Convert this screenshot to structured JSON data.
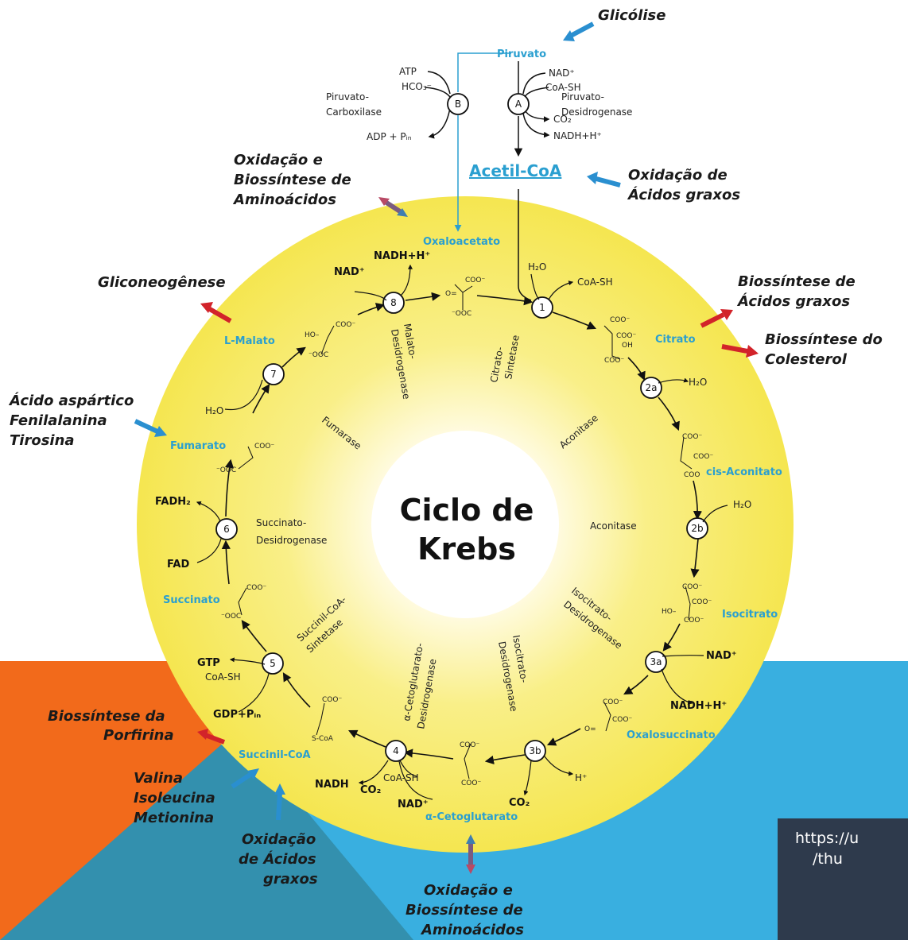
{
  "colors": {
    "orange": "#f26a1b",
    "blue": "#39afe0",
    "teal": "#3390ae",
    "yellow": "#f7ea5c",
    "dark": "#2e3a4c",
    "compound_blue": "#2a9fd0",
    "arrow_red": "#d2232a",
    "arrow_blue": "#2a8fd0"
  },
  "center_title": [
    "Ciclo de",
    "Krebs"
  ],
  "compounds": {
    "piruvato": "Piruvato",
    "acetil_coa": "Acetil-CoA",
    "oxaloacetato": "Oxaloacetato",
    "citrato": "Citrato",
    "cis_aconitato": "cis-Aconitato",
    "isocitrato": "Isocitrato",
    "oxalosuccinato": "Oxalosuccinato",
    "alfa_cetoglutarato": "α-Cetoglutarato",
    "succinil_coa": "Succinil-CoA",
    "succinato": "Succinato",
    "fumarato": "Fumarato",
    "l_malato": "L-Malato"
  },
  "side_pathways": {
    "glicolise": "Glicólise",
    "oxidacao_acidos_graxos_top": [
      "Oxidação de",
      "Ácidos graxos"
    ],
    "oxidacao_aminoacidos_top": [
      "Oxidação e",
      "Biossíntese de",
      "Aminoácidos"
    ],
    "gliconeogenese": "Gliconeogênese",
    "biossintese_acidos_graxos": [
      "Biossíntese de",
      "Ácidos graxos"
    ],
    "biossintese_colesterol": [
      "Biossíntese do",
      "Colesterol"
    ],
    "aminoacidos_fumarato": [
      "Ácido aspártico",
      "Fenilalanina",
      "Tirosina"
    ],
    "biossintese_porfirina": [
      "Biossíntese da",
      "Porfirina"
    ],
    "aminoacidos_succinil": [
      "Valina",
      "Isoleucina",
      "Metionina"
    ],
    "oxidacao_acidos_graxos_bottom": [
      "Oxidação",
      "de Ácidos",
      "graxos"
    ],
    "oxidacao_aminoacidos_bottom": [
      "Oxidação e",
      "Biossíntese de",
      "Aminoácidos"
    ]
  },
  "enzymes": {
    "piruvato_carboxilase": [
      "Piruvato-",
      "Carboxilase"
    ],
    "piruvato_desidrogenase": [
      "Piruvato-",
      "Desidrogenase"
    ],
    "malato_desidrogenase": [
      "Malato-",
      "Desidrogenase"
    ],
    "citrato_sintetase": [
      "Citrato-",
      "Sintetase"
    ],
    "fumarase": "Fumarase",
    "aconitase_1": "Aconitase",
    "aconitase_2": "Aconitase",
    "succinato_desidrogenase": [
      "Succinato-",
      "Desidrogenase"
    ],
    "isocitrato_desidrogenase_1": [
      "Isocitrato-",
      "Desidrogenase"
    ],
    "succinil_coa_sintetase": [
      "Succinil-CoA-",
      "Sintetase"
    ],
    "alfa_cetoglutarato_desidrogenase": [
      "α-Cetoglutarato-",
      "Desidrogenase"
    ],
    "isocitrato_desidrogenase_2": [
      "Isocitrato-",
      "Desidrogenase"
    ]
  },
  "steps": [
    "B",
    "A",
    "1",
    "2a",
    "2b",
    "3a",
    "3b",
    "4",
    "5",
    "6",
    "7",
    "8"
  ],
  "cofactors": {
    "atp": "ATP",
    "hco3": "HCO₃⁻",
    "adp_pi": "ADP + Pᵢₙ",
    "nad_a": "NAD⁺",
    "coash_a": "CoA-SH",
    "co2_a": "CO₂",
    "nadh_a": "NADH+H⁺",
    "nad_8": "NAD⁺",
    "nadh_8": "NADH+H⁺",
    "h2o_1": "H₂O",
    "coash_1": "CoA-SH",
    "h2o_2a": "H₂O",
    "h2o_2b": "H₂O",
    "nad_3a": "NAD⁺",
    "nadh_3a": "NADH+H⁺",
    "h_3b": "H⁺",
    "co2_3b": "CO₂",
    "nad_4": "NAD⁺",
    "nadh_4": "NADH",
    "co2_4": "CO₂",
    "coash_4": "CoA-SH",
    "gtp": "GTP",
    "coash_5": "CoA-SH",
    "gdp_pi": "GDP+Pᵢₙ",
    "fadh2": "FADH₂",
    "fad": "FAD",
    "h2o_7": "H₂O"
  },
  "url_text": [
    "https://u",
    "/thu"
  ]
}
